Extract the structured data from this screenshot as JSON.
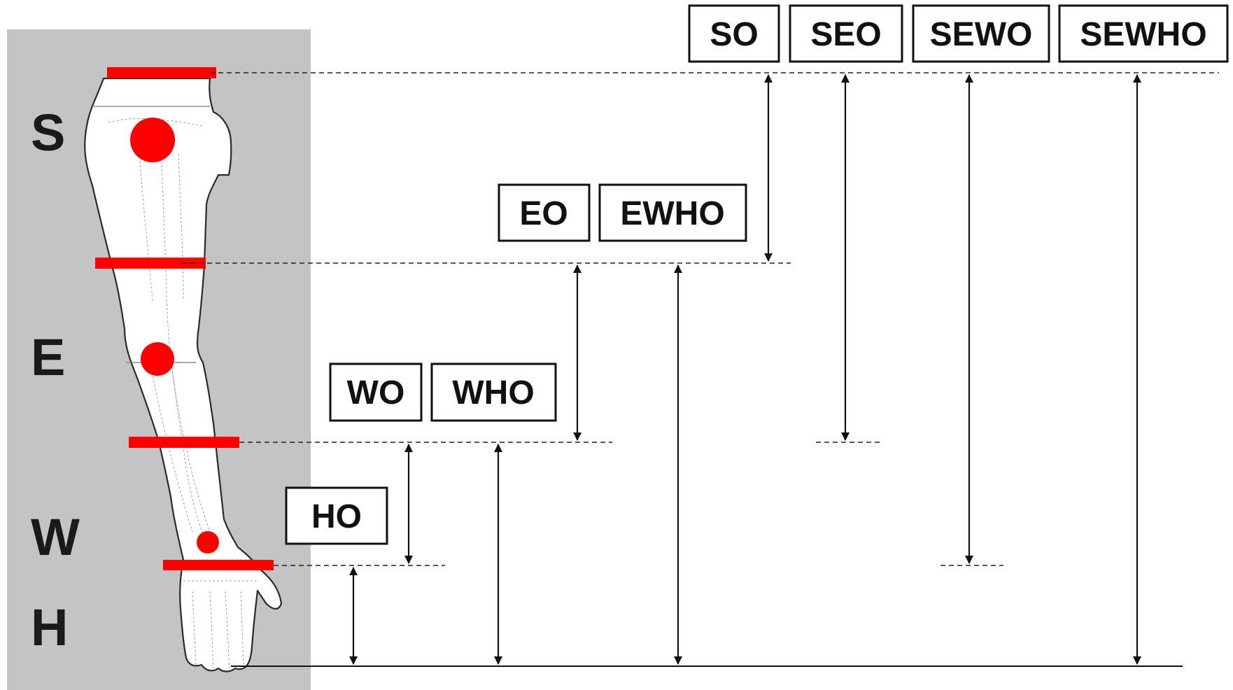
{
  "colors": {
    "panel": "#c4c4c4",
    "marker": "#ff0000",
    "line": "#111111",
    "box_border": "#111111"
  },
  "joint_labels": {
    "shoulder": "S",
    "elbow": "E",
    "wrist": "W",
    "hand": "H"
  },
  "orthoses": {
    "so": "SO",
    "seo": "SEO",
    "sewo": "SEWO",
    "sewho": "SEWHO",
    "eo": "EO",
    "ewho": "EWHO",
    "wo": "WO",
    "who": "WHO",
    "ho": "HO"
  },
  "illustration": {
    "subject": "arm-outline-icon",
    "markers": "joint-marker-icon"
  }
}
